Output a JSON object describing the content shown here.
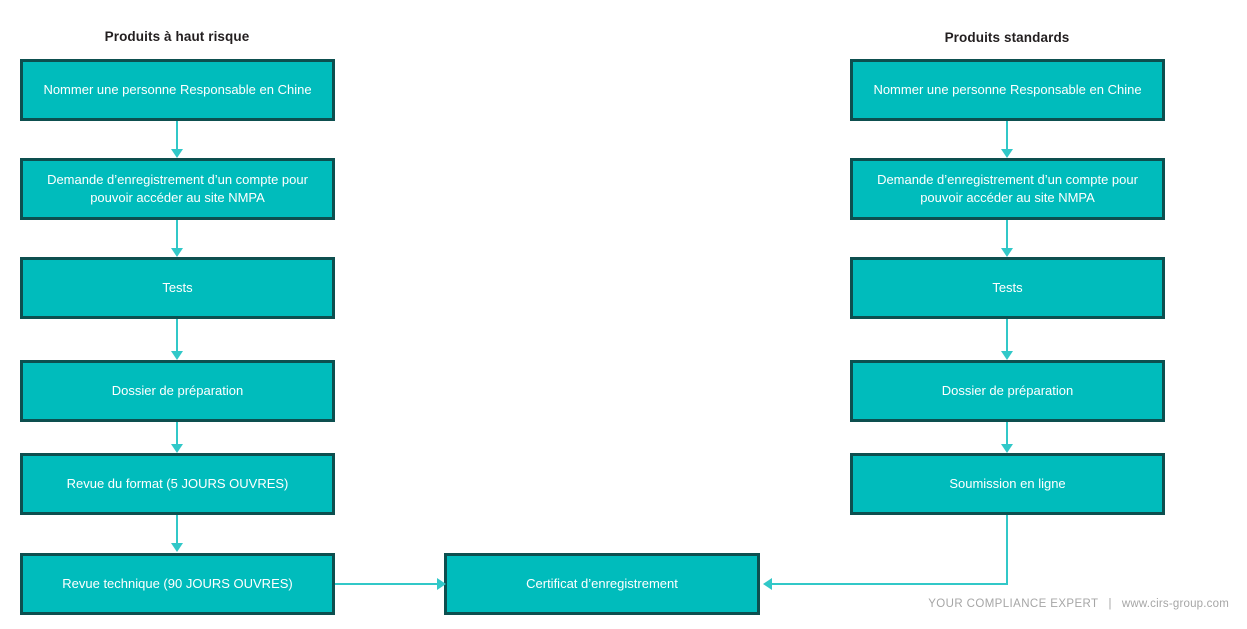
{
  "columns": {
    "left": {
      "title": "Produits à haut risque",
      "steps": [
        "Nommer une personne Responsable en Chine",
        "Demande d’enregistrement d’un compte pour pouvoir accéder au site NMPA",
        "Tests",
        "Dossier de préparation",
        "Revue du format (5 JOURS OUVRES)",
        "Revue technique (90 JOURS OUVRES)"
      ]
    },
    "right": {
      "title": "Produits standards",
      "steps": [
        "Nommer une personne Responsable en Chine",
        "Demande d’enregistrement d’un compte pour pouvoir accéder au site NMPA",
        "Tests",
        "Dossier de préparation",
        "Soumission en ligne"
      ]
    }
  },
  "result": {
    "label": "Certificat d’enregistrement"
  },
  "footer": {
    "tagline": "YOUR COMPLIANCE EXPERT",
    "separator": "|",
    "website": "www.cirs-group.com"
  },
  "colors": {
    "node_fill": "#00bcbc",
    "node_border": "#0d4f4f",
    "connector": "#31c8c8",
    "title_text": "#231f20",
    "node_text": "#ffffff",
    "footer_text": "#a6a6a6"
  }
}
